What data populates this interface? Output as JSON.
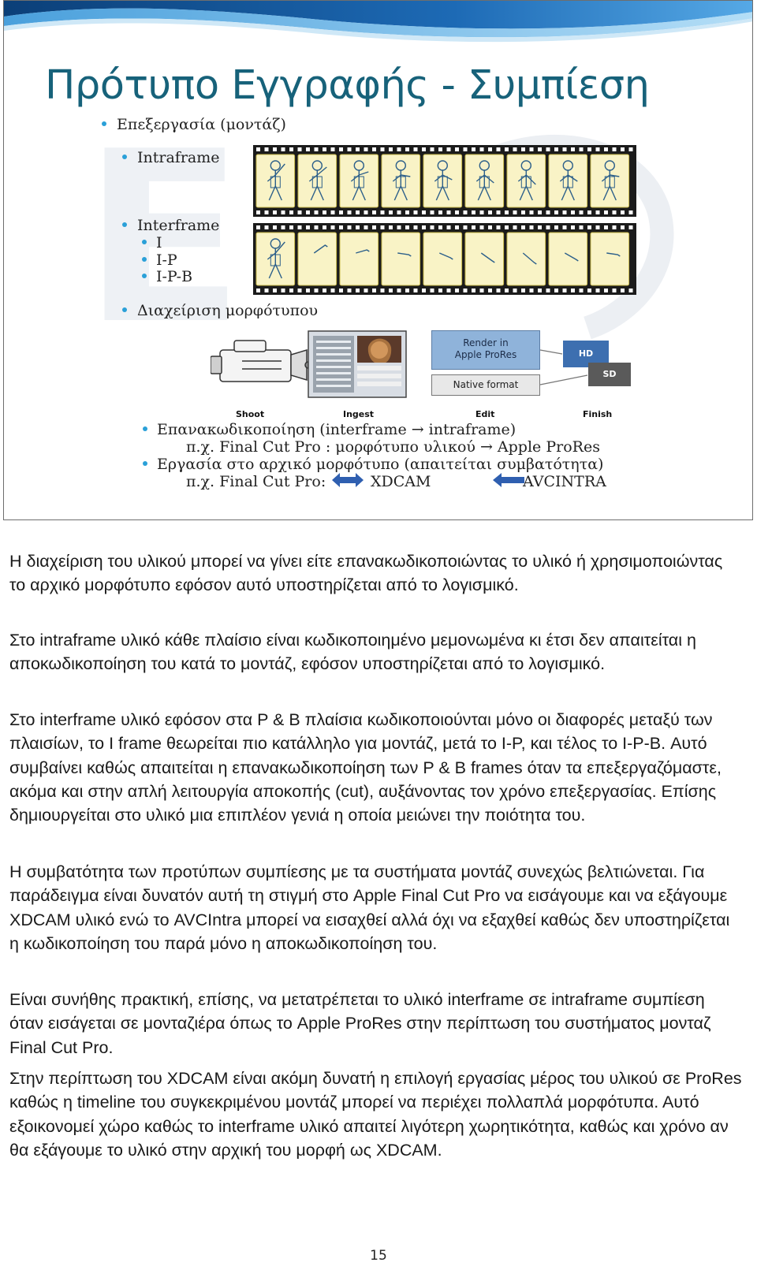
{
  "slide": {
    "title": "Πρότυπο Εγγραφής - Συμπίεση",
    "bullets": {
      "processing": "Επεξεργασία (μοντάζ)",
      "intraframe": "Intraframe",
      "interframe": "Interframe",
      "gop_i": "I",
      "gop_ip": "I-P",
      "gop_ipb": "I-P-B",
      "format_management": "Διαχείριση μορφότυπου",
      "reencode": "Επανακωδικοποίηση (interframe → intraframe)",
      "reencode_example": "π.χ. Final Cut Pro : μορφότυπο υλικού → Apple ProRes",
      "native": "Εργασία στο αρχικό μορφότυπο (απαιτείται συμβατότητα)",
      "native_example_prefix": "π.χ. Final Cut Pro:",
      "native_format_1": "XDCAM",
      "native_format_2": "AVCINTRA"
    },
    "workflow": {
      "shoot": "Shoot",
      "ingest": "Ingest",
      "edit": "Edit",
      "finish": "Finish",
      "render_line1": "Render in",
      "render_line2": "Apple ProRes",
      "native_format": "Native format",
      "hd": "HD",
      "sd": "SD"
    },
    "colors": {
      "title": "#17627a",
      "bullet": "#2aa0d8",
      "arrow": "#2f5fb0"
    }
  },
  "paragraphs": [
    "Η διαχείριση του υλικού μπορεί να γίνει είτε επανακωδικοποιώντας το υλικό ή χρησιμοποιώντας το αρχικό μορφότυπο εφόσον αυτό υποστηρίζεται από το λογισμικό.",
    "Στο intraframe υλικό κάθε πλαίσιο είναι κωδικοποιημένο μεμονωμένα κι έτσι δεν απαιτείται η αποκωδικοποίηση του κατά το μοντάζ, εφόσον υποστηρίζεται από το λογισμικό.",
    "Στο interframe υλικό εφόσον στα P & B πλαίσια κωδικοποιούνται μόνο οι διαφορές μεταξύ των πλαισίων, το I frame θεωρείται πιο κατάλληλο για μοντάζ, μετά το I-P, και τέλος το I-P-B. Αυτό συμβαίνει καθώς απαιτείται η επανακωδικοποίηση των P & B frames όταν τα επεξεργαζόμαστε, ακόμα και στην απλή λειτουργία αποκοπής (cut), αυξάνοντας τον χρόνο επεξεργασίας. Επίσης δημιουργείται στο υλικό μια επιπλέον γενιά η οποία μειώνει την ποιότητα του.",
    "Η συμβατότητα των προτύπων συμπίεσης με τα συστήματα μοντάζ συνεχώς βελτιώνεται. Για παράδειγμα είναι δυνατόν αυτή τη στιγμή στο Apple Final Cut Pro να εισάγουμε και να εξάγουμε XDCAM υλικό ενώ το AVCIntra μπορεί να εισαχθεί αλλά όχι να εξαχθεί καθώς δεν υποστηρίζεται η κωδικοποίηση του παρά μόνο η αποκωδικοποίηση του.",
    "Είναι συνήθης πρακτική, επίσης, να μετατρέπεται το υλικό interframe σε intraframe συμπίεση όταν εισάγεται σε μονταζιέρα όπως το Apple ProRes στην περίπτωση του συστήματος μονταζ Final Cut Pro.",
    "Στην περίπτωση του XDCAM είναι ακόμη δυνατή η επιλογή εργασίας μέρος του υλικού σε ProRes καθώς η timeline του συγκεκριμένου μοντάζ μπορεί να περιέχει πολλαπλά μορφότυπα. Αυτό εξοικονομεί χώρο καθώς το interframe υλικό απαιτεί λιγότερη χωρητικότητα, καθώς και χρόνο αν θα εξάγουμε το υλικό στην αρχική του μορφή ως XDCAM."
  ],
  "page_number": "15"
}
